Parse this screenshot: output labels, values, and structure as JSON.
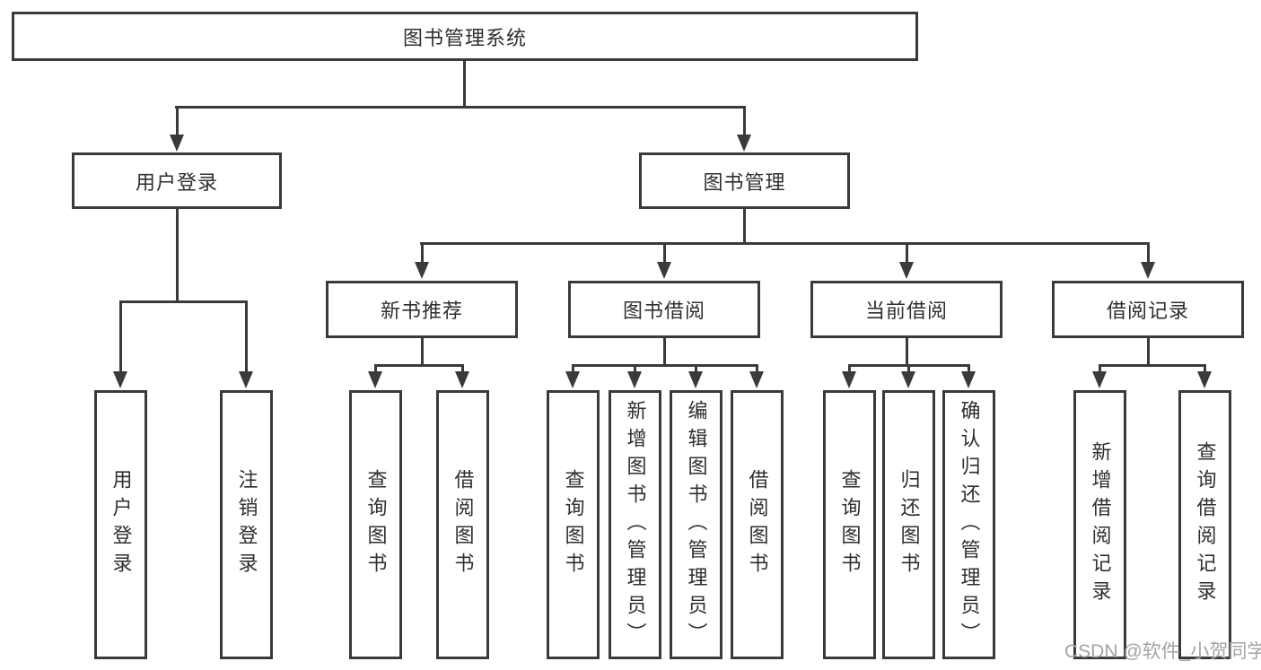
{
  "nodes": {
    "root": "图书管理系统",
    "user_login": "用户登录",
    "book_mgmt": "图书管理",
    "new_book_rec": "新书推荐",
    "book_borrow": "图书借阅",
    "current_borrow": "当前借阅",
    "borrow_records": "借阅记录",
    "leaf_user_login": "用户登录",
    "leaf_logout": "注销登录",
    "leaf_rec_query": "查询图书",
    "leaf_rec_borrow": "借阅图书",
    "leaf_bb_query": "查询图书",
    "leaf_bb_add": "新增图书（管理员）",
    "leaf_bb_edit": "编辑图书（管理员）",
    "leaf_bb_borrow": "借阅图书",
    "leaf_cb_query": "查询图书",
    "leaf_cb_return": "归还图书",
    "leaf_cb_confirm": "确认归还（管理员）",
    "leaf_br_add": "新增借阅记录",
    "leaf_br_query": "查询借阅记录"
  },
  "watermark": "CSDN @软件_小贺同学",
  "colors": {
    "line": "#3a3a3a",
    "text": "#2f2f2f",
    "watermark": "#a3a3a3",
    "background": "#ffffff"
  }
}
